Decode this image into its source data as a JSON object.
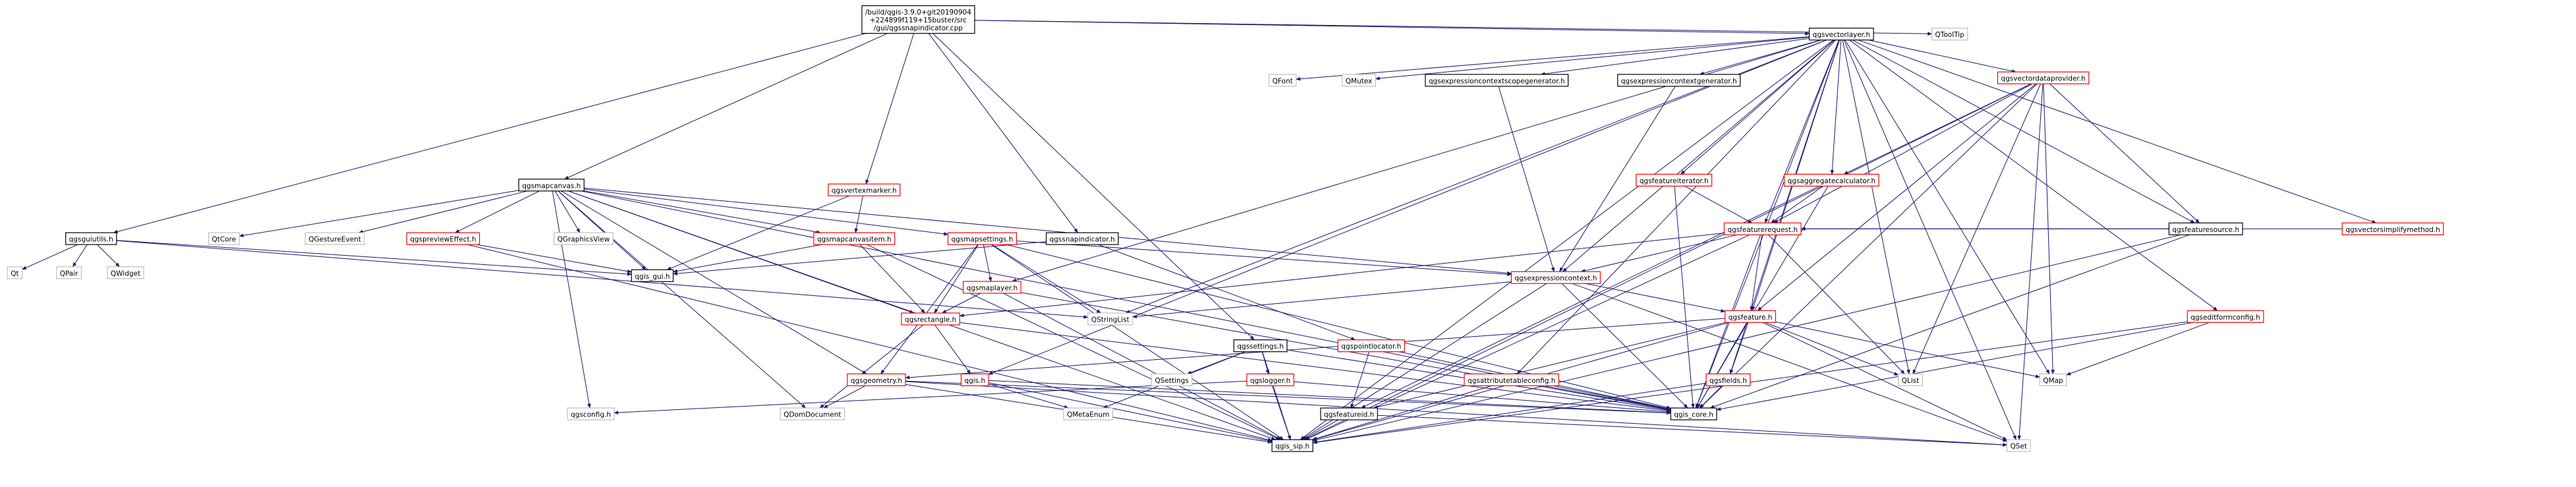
{
  "diagram": {
    "title": "/build/qgis-3.9.0+git20190904+224899f119+15buster/src/gui/qgssnapindicator.cpp",
    "colors": {
      "edge": "#191970",
      "root_fill": "#bfbfbf",
      "root_stroke": "#000000",
      "internal_stroke": "#000000",
      "link_stroke": "#ff0000",
      "external_stroke": "#bfbfbf",
      "external_text": "#000000"
    },
    "nodes": [
      {
        "id": "root",
        "label": "/build/qgis-3.9.0+git20190904\n+224899f119+15buster/src\n/gui/qgssnapindicator.cpp",
        "kind": "root"
      },
      {
        "id": "qgsguiutils",
        "label": "qgsguiutils.h",
        "kind": "internal"
      },
      {
        "id": "qgsmapcanvas",
        "label": "qgsmapcanvas.h",
        "kind": "internal"
      },
      {
        "id": "qgsvertexmarker",
        "label": "qgsvertexmarker.h",
        "kind": "link"
      },
      {
        "id": "qgssnapindicator",
        "label": "qgssnapindicator.h",
        "kind": "internal"
      },
      {
        "id": "qgsvectorlayer",
        "label": "qgsvectorlayer.h",
        "kind": "internal"
      },
      {
        "id": "QToolTip",
        "label": "QToolTip",
        "kind": "external"
      },
      {
        "id": "Qt",
        "label": "Qt",
        "kind": "external"
      },
      {
        "id": "QPair",
        "label": "QPair",
        "kind": "external"
      },
      {
        "id": "QWidget",
        "label": "QWidget",
        "kind": "external"
      },
      {
        "id": "QtCore",
        "label": "QtCore",
        "kind": "external"
      },
      {
        "id": "QGestureEvent",
        "label": "QGestureEvent",
        "kind": "external"
      },
      {
        "id": "qgspreviewEffect",
        "label": "qgspreviewEffect.h",
        "kind": "link"
      },
      {
        "id": "QGraphicsView",
        "label": "QGraphicsView",
        "kind": "external"
      },
      {
        "id": "qgsmapcanvasitem",
        "label": "qgsmapcanvasitem.h",
        "kind": "link"
      },
      {
        "id": "qgsmapsettings",
        "label": "qgsmapsettings.h",
        "kind": "link"
      },
      {
        "id": "qgis_gui",
        "label": "qgis_gui.h",
        "kind": "internal"
      },
      {
        "id": "qgsmaplayer",
        "label": "qgsmaplayer.h",
        "kind": "link"
      },
      {
        "id": "qgsrectangle",
        "label": "qgsrectangle.h",
        "kind": "link"
      },
      {
        "id": "QStringList",
        "label": "QStringList",
        "kind": "external"
      },
      {
        "id": "qgssettings",
        "label": "qgssettings.h",
        "kind": "internal"
      },
      {
        "id": "QSettings",
        "label": "QSettings",
        "kind": "external"
      },
      {
        "id": "qgspointlocator",
        "label": "qgspointlocator.h",
        "kind": "link"
      },
      {
        "id": "qgsgeometry",
        "label": "qgsgeometry.h",
        "kind": "link"
      },
      {
        "id": "qgis",
        "label": "qgis.h",
        "kind": "link"
      },
      {
        "id": "qgslogger",
        "label": "qgslogger.h",
        "kind": "link"
      },
      {
        "id": "qgsconfig",
        "label": "qgsconfig.h",
        "kind": "external"
      },
      {
        "id": "QDomDocument",
        "label": "QDomDocument",
        "kind": "external"
      },
      {
        "id": "QMetaEnum",
        "label": "QMetaEnum",
        "kind": "external"
      },
      {
        "id": "qgsfeatureid",
        "label": "qgsfeatureid.h",
        "kind": "internal"
      },
      {
        "id": "qgis_sip",
        "label": "qgis_sip.h",
        "kind": "internal"
      },
      {
        "id": "QSet",
        "label": "QSet",
        "kind": "external"
      },
      {
        "id": "qgis_core",
        "label": "qgis_core.h",
        "kind": "internal"
      },
      {
        "id": "qgsattributetableconfig",
        "label": "qgsattributetableconfig.h",
        "kind": "link"
      },
      {
        "id": "qgsfields",
        "label": "qgsfields.h",
        "kind": "link"
      },
      {
        "id": "qgsfeature",
        "label": "qgsfeature.h",
        "kind": "link"
      },
      {
        "id": "QList",
        "label": "QList",
        "kind": "external"
      },
      {
        "id": "QMap",
        "label": "QMap",
        "kind": "external"
      },
      {
        "id": "qgsexpressioncontext",
        "label": "qgsexpressioncontext.h",
        "kind": "link"
      },
      {
        "id": "qgsfeaturerequest",
        "label": "qgsfeaturerequest.h",
        "kind": "link"
      },
      {
        "id": "qgsfeatureiterator",
        "label": "qgsfeatureiterator.h",
        "kind": "link"
      },
      {
        "id": "qgsaggregatecalculator",
        "label": "qgsaggregatecalculator.h",
        "kind": "link"
      },
      {
        "id": "qgsvectordataprovider",
        "label": "qgsvectordataprovider.h",
        "kind": "link"
      },
      {
        "id": "qgsfeaturesource",
        "label": "qgsfeaturesource.h",
        "kind": "internal"
      },
      {
        "id": "qgsvectorsimplifymethod",
        "label": "qgsvectorsimplifymethod.h",
        "kind": "link"
      },
      {
        "id": "qgseditformconfig",
        "label": "qgseditformconfig.h",
        "kind": "link"
      },
      {
        "id": "QFont",
        "label": "QFont",
        "kind": "external"
      },
      {
        "id": "QMutex",
        "label": "QMutex",
        "kind": "external"
      },
      {
        "id": "qgsexpressioncontextscopegenerator",
        "label": "qgsexpressioncontextscopegenerator.h",
        "kind": "internal"
      },
      {
        "id": "qgsexpressioncontextgenerator",
        "label": "qgsexpressioncontextgenerator.h",
        "kind": "internal"
      }
    ],
    "edges": [
      [
        "root",
        "qgsguiutils"
      ],
      [
        "root",
        "qgsmapcanvas"
      ],
      [
        "root",
        "qgsvertexmarker"
      ],
      [
        "root",
        "qgssnapindicator"
      ],
      [
        "root",
        "qgsvectorlayer"
      ],
      [
        "root",
        "QToolTip"
      ],
      [
        "root",
        "qgssettings"
      ],
      [
        "qgsguiutils",
        "Qt"
      ],
      [
        "qgsguiutils",
        "QPair"
      ],
      [
        "qgsguiutils",
        "QWidget"
      ],
      [
        "qgsguiutils",
        "qgis_gui"
      ],
      [
        "qgsguiutils",
        "QStringList"
      ],
      [
        "qgsmapcanvas",
        "QtCore"
      ],
      [
        "qgsmapcanvas",
        "QGestureEvent"
      ],
      [
        "qgsmapcanvas",
        "qgspreviewEffect"
      ],
      [
        "qgsmapcanvas",
        "QGraphicsView"
      ],
      [
        "qgsmapcanvas",
        "qgsmapcanvasitem"
      ],
      [
        "qgsmapcanvas",
        "qgsmapsettings"
      ],
      [
        "qgsmapcanvas",
        "qgis_gui"
      ],
      [
        "qgsmapcanvas",
        "qgsconfig"
      ],
      [
        "qgsmapcanvas",
        "QDomDocument"
      ],
      [
        "qgsmapcanvas",
        "qgis_sip"
      ],
      [
        "qgsmapcanvas",
        "qgsgeometry"
      ],
      [
        "qgsmapcanvas",
        "qgsrectangle"
      ],
      [
        "qgsmapcanvas",
        "qgsexpressioncontext"
      ],
      [
        "qgsmapcanvas",
        "qgis_core"
      ],
      [
        "qgsvertexmarker",
        "qgsmapcanvasitem"
      ],
      [
        "qgsvertexmarker",
        "qgis_gui"
      ],
      [
        "qgspreviewEffect",
        "qgis_gui"
      ],
      [
        "qgspreviewEffect",
        "qgis_sip"
      ],
      [
        "qgsmapcanvasitem",
        "qgis_gui"
      ],
      [
        "qgsmapcanvasitem",
        "qgsrectangle"
      ],
      [
        "qgsmapcanvasitem",
        "qgis_sip"
      ],
      [
        "qgsmapsettings",
        "qgsmaplayer"
      ],
      [
        "qgsmapsettings",
        "qgsrectangle"
      ],
      [
        "qgsmapsettings",
        "QStringList"
      ],
      [
        "qgsmapsettings",
        "qgsgeometry"
      ],
      [
        "qgsmapsettings",
        "qgis_sip"
      ],
      [
        "qgsmapsettings",
        "qgis_core"
      ],
      [
        "qgsmapsettings",
        "qgsexpressioncontext"
      ],
      [
        "qgssnapindicator",
        "qgis_gui"
      ],
      [
        "qgssnapindicator",
        "qgspointlocator"
      ],
      [
        "qgsmaplayer",
        "qgsrectangle"
      ],
      [
        "qgsmaplayer",
        "qgis_sip"
      ],
      [
        "qgsmaplayer",
        "qgis_core"
      ],
      [
        "qgsrectangle",
        "qgis"
      ],
      [
        "qgsrectangle",
        "qgis_core"
      ],
      [
        "qgsrectangle",
        "QDomDocument"
      ],
      [
        "qgssettings",
        "QSettings"
      ],
      [
        "qgssettings",
        "qgis_core"
      ],
      [
        "qgssettings",
        "QMetaEnum"
      ],
      [
        "qgssettings",
        "qgslogger"
      ],
      [
        "qgssettings",
        "qgis_sip"
      ],
      [
        "qgspointlocator",
        "qgsfeatureid"
      ],
      [
        "qgspointlocator",
        "qgis_core"
      ],
      [
        "qgsgeometry",
        "QDomDocument"
      ],
      [
        "qgsgeometry",
        "qgis_sip"
      ],
      [
        "qgsgeometry",
        "qgis_core"
      ],
      [
        "qgsgeometry",
        "QSet"
      ],
      [
        "qgis",
        "QMetaEnum"
      ],
      [
        "qgis",
        "qgis_sip"
      ],
      [
        "qgis",
        "qgis_core"
      ],
      [
        "qgslogger",
        "qgis_sip"
      ],
      [
        "qgslogger",
        "qgsconfig"
      ],
      [
        "qgslogger",
        "qgis_core"
      ],
      [
        "qgsfeatureid",
        "QSet"
      ],
      [
        "qgsfeatureid",
        "qgis_sip"
      ],
      [
        "qgsattributetableconfig",
        "qgis_core"
      ],
      [
        "qgsattributetableconfig",
        "qgis_sip"
      ],
      [
        "qgsfields",
        "qgis_core"
      ],
      [
        "qgsfields",
        "qgis_sip"
      ],
      [
        "qgsfeature",
        "qgsfields"
      ],
      [
        "qgsfeature",
        "qgsfeatureid"
      ],
      [
        "qgsfeature",
        "qgis_core"
      ],
      [
        "qgsfeature",
        "QList"
      ],
      [
        "qgsfeature",
        "QMap"
      ],
      [
        "qgsfeature",
        "QSet"
      ],
      [
        "qgsfeature",
        "qgis_sip"
      ],
      [
        "qgsfeature",
        "qgsgeometry"
      ],
      [
        "qgsexpressioncontext",
        "qgsfeature"
      ],
      [
        "qgsexpressioncontext",
        "QStringList"
      ],
      [
        "qgsexpressioncontext",
        "QSet"
      ],
      [
        "qgsexpressioncontext",
        "qgis_core"
      ],
      [
        "qgsexpressioncontext",
        "qgis_sip"
      ],
      [
        "qgsfeaturerequest",
        "qgsexpressioncontext"
      ],
      [
        "qgsfeaturerequest",
        "qgsfeature"
      ],
      [
        "qgsfeaturerequest",
        "qgsrectangle"
      ],
      [
        "qgsfeaturerequest",
        "QList"
      ],
      [
        "qgsfeaturerequest",
        "qgis_core"
      ],
      [
        "qgsfeaturerequest",
        "qgis_sip"
      ],
      [
        "qgsfeatureiterator",
        "qgsfeaturerequest"
      ],
      [
        "qgsfeatureiterator",
        "qgis_core"
      ],
      [
        "qgsaggregatecalculator",
        "qgsfeaturerequest"
      ],
      [
        "qgsaggregatecalculator",
        "qgis_core"
      ],
      [
        "qgsaggregatecalculator",
        "qgsfeatureid"
      ],
      [
        "qgsvectordataprovider",
        "qgsfeaturesource"
      ],
      [
        "qgsvectordataprovider",
        "qgsaggregatecalculator"
      ],
      [
        "qgsvectordataprovider",
        "qgsfeaturerequest"
      ],
      [
        "qgsvectordataprovider",
        "qgsfeature"
      ],
      [
        "qgsvectordataprovider",
        "QList"
      ],
      [
        "qgsvectordataprovider",
        "QMap"
      ],
      [
        "qgsvectordataprovider",
        "QSet"
      ],
      [
        "qgsvectordataprovider",
        "qgis_core"
      ],
      [
        "qgsvectordataprovider",
        "qgis_sip"
      ],
      [
        "qgsfeaturesource",
        "qgsfeaturerequest"
      ],
      [
        "qgsfeaturesource",
        "qgis_core"
      ],
      [
        "qgsfeaturesource",
        "qgis_sip"
      ],
      [
        "qgsvectorsimplifymethod",
        "qgsfeaturerequest"
      ],
      [
        "qgseditformconfig",
        "QMap"
      ],
      [
        "qgseditformconfig",
        "qgis_core"
      ],
      [
        "qgseditformconfig",
        "qgis_sip"
      ],
      [
        "qgsexpressioncontextscopegenerator",
        "qgsexpressioncontext"
      ],
      [
        "qgsexpressioncontextgenerator",
        "qgsexpressioncontext"
      ],
      [
        "qgsvectorlayer",
        "QFont"
      ],
      [
        "qgsvectorlayer",
        "QMutex"
      ],
      [
        "qgsvectorlayer",
        "qgsexpressioncontextscopegenerator"
      ],
      [
        "qgsvectorlayer",
        "qgsexpressioncontextgenerator"
      ],
      [
        "qgsvectorlayer",
        "qgsvectordataprovider"
      ],
      [
        "qgsvectorlayer",
        "qgsfeaturesource"
      ],
      [
        "qgsvectorlayer",
        "qgsvectorsimplifymethod"
      ],
      [
        "qgsvectorlayer",
        "qgseditformconfig"
      ],
      [
        "qgsvectorlayer",
        "qgsfeatureiterator"
      ],
      [
        "qgsvectorlayer",
        "qgsaggregatecalculator"
      ],
      [
        "qgsvectorlayer",
        "qgsfeaturerequest"
      ],
      [
        "qgsvectorlayer",
        "qgsexpressioncontext"
      ],
      [
        "qgsvectorlayer",
        "qgsfeature"
      ],
      [
        "qgsvectorlayer",
        "qgsfields"
      ],
      [
        "qgsvectorlayer",
        "qgsattributetableconfig"
      ],
      [
        "qgsvectorlayer",
        "qgsmaplayer"
      ],
      [
        "qgsvectorlayer",
        "QStringList"
      ],
      [
        "qgsvectorlayer",
        "QList"
      ],
      [
        "qgsvectorlayer",
        "QMap"
      ],
      [
        "qgsvectorlayer",
        "QSet"
      ],
      [
        "qgsvectorlayer",
        "qgis_core"
      ],
      [
        "qgsvectorlayer",
        "qgis_sip"
      ],
      [
        "qgsvectorlayer",
        "qgis"
      ]
    ]
  }
}
